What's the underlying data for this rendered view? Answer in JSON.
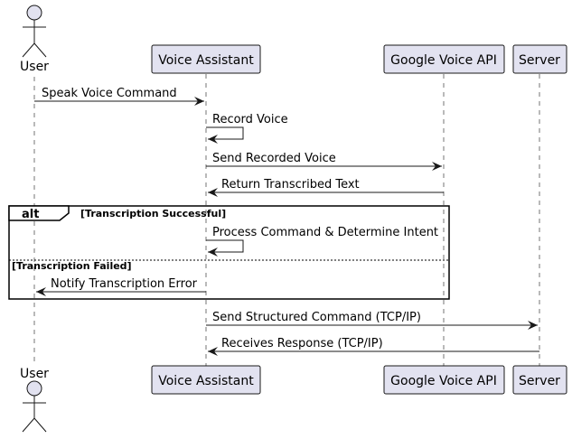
{
  "participants": {
    "user": {
      "label": "User",
      "kind": "actor"
    },
    "assistant": {
      "label": "Voice Assistant",
      "kind": "participant"
    },
    "google": {
      "label": "Google Voice API",
      "kind": "participant"
    },
    "server": {
      "label": "Server",
      "kind": "participant"
    }
  },
  "messages": [
    {
      "from": "user",
      "to": "assistant",
      "text": "Speak Voice Command"
    },
    {
      "from": "assistant",
      "to": "assistant",
      "text": "Record Voice"
    },
    {
      "from": "assistant",
      "to": "google",
      "text": "Send Recorded Voice"
    },
    {
      "from": "google",
      "to": "assistant",
      "text": "Return Transcribed Text"
    },
    {
      "from": "assistant",
      "to": "assistant",
      "text": "Process Command & Determine Intent"
    },
    {
      "from": "assistant",
      "to": "user",
      "text": "Notify Transcription Error"
    },
    {
      "from": "assistant",
      "to": "server",
      "text": "Send Structured Command (TCP/IP)"
    },
    {
      "from": "server",
      "to": "assistant",
      "text": "Receives Response (TCP/IP)"
    }
  ],
  "alt_fragment": {
    "keyword": "alt",
    "guard_1": "[Transcription Successful]",
    "guard_2": "[Transcription Failed]"
  },
  "colors": {
    "participant_fill": "#e2e2f0",
    "participant_border": "#181818",
    "line": "#181818"
  }
}
